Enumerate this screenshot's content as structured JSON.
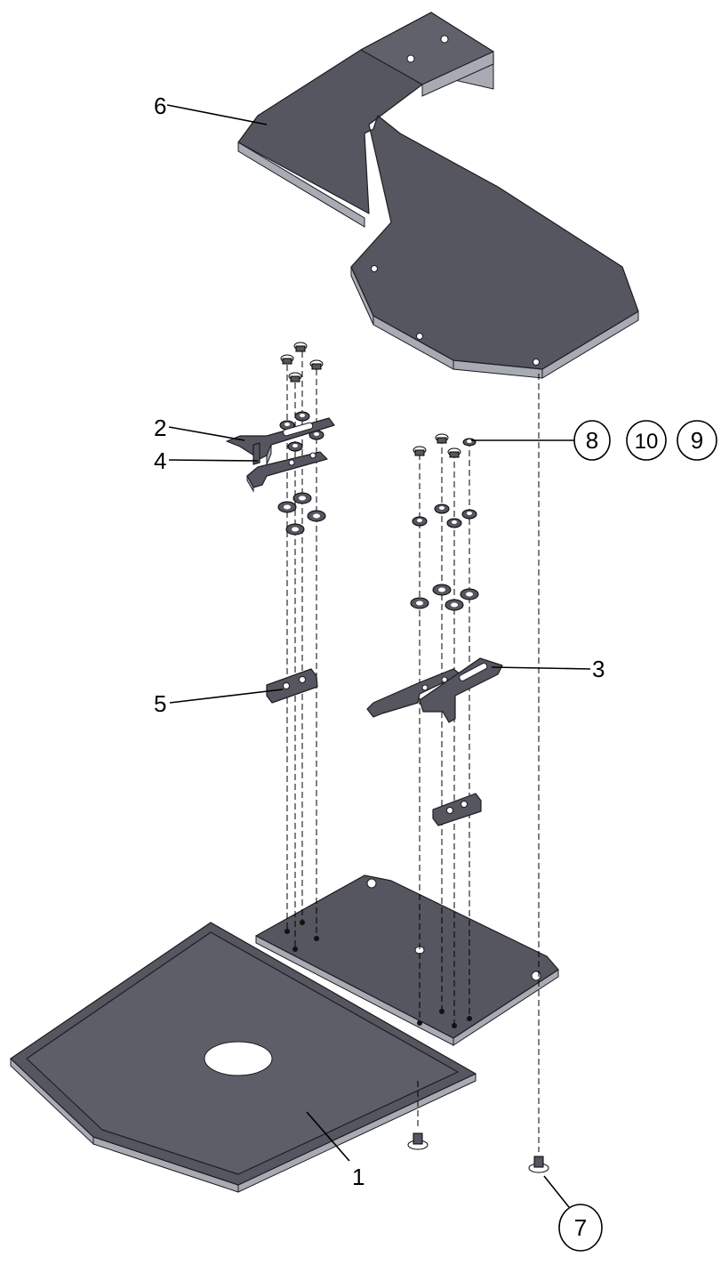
{
  "callouts": {
    "part_1": "1",
    "part_2": "2",
    "part_3": "3",
    "part_4": "4",
    "part_5": "5",
    "part_6": "6",
    "part_7": "7",
    "part_8": "8",
    "part_9": "9",
    "part_10": "10"
  }
}
